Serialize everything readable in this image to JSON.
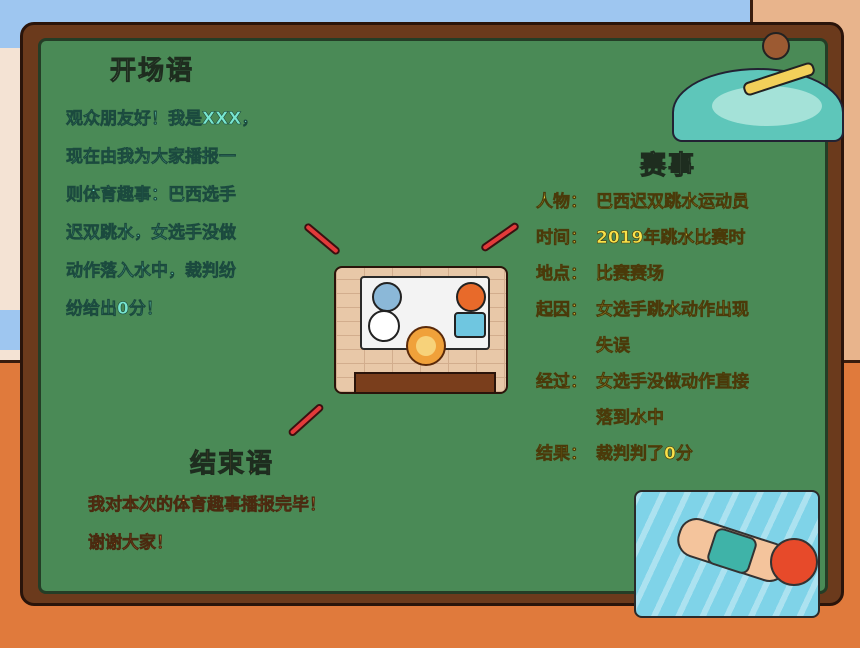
{
  "opening": {
    "title": "开场语",
    "lines": [
      "观众朋友好！我是XXX，",
      "现在由我为大家播报一",
      "则体育趣事：巴西选手",
      "迟双跳水，女选手没做",
      "动作落入水中，裁判纷",
      "纷给出0分！"
    ]
  },
  "event": {
    "title": "赛事",
    "rows": [
      {
        "label": "人物：",
        "value": "巴西迟双跳水运动员"
      },
      {
        "label": "时间：",
        "value": "2019年跳水比赛时"
      },
      {
        "label": "地点：",
        "value": "比赛赛场"
      },
      {
        "label": "起因：",
        "value": "女选手跳水动作出现",
        "cont": "失误"
      },
      {
        "label": "经过：",
        "value": "女选手没做动作直接",
        "cont": "落到水中"
      },
      {
        "label": "结果：",
        "value": "裁判判了0分"
      }
    ]
  },
  "closing": {
    "title": "结束语",
    "lines": [
      "我对本次的体育趣事播报完毕！",
      "谢谢大家！"
    ]
  },
  "colors": {
    "board": "#4a8a56",
    "frame": "#6b3a1c",
    "opening_text": "#78e6d0",
    "event_text": "#fae34a",
    "closing_text": "#f08c44",
    "connector": "#e23a3a"
  },
  "illustrations": [
    "surfing-illustration",
    "newsroom-lion-illustration",
    "diving-swimmer-illustration"
  ]
}
